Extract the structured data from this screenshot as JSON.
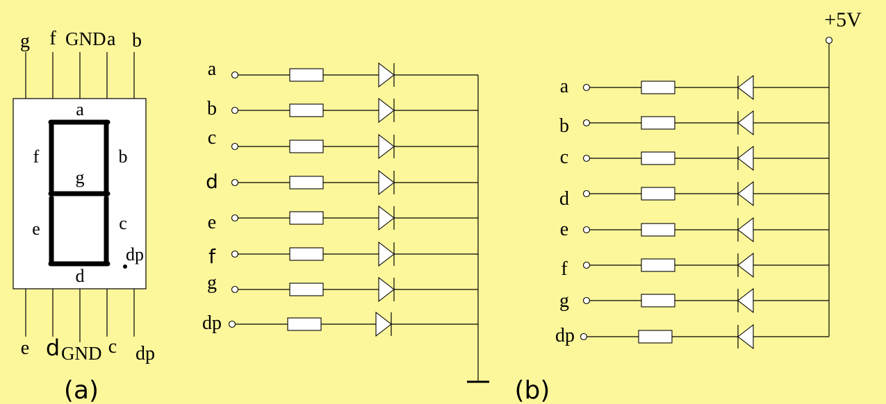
{
  "panel_a": {
    "top_pins": [
      "g",
      "f",
      "GND",
      "a",
      "b"
    ],
    "bottom_pins": [
      "e",
      "d",
      "GND",
      "c",
      "dp"
    ],
    "segments": [
      "a",
      "b",
      "c",
      "d",
      "e",
      "f",
      "g",
      "dp"
    ],
    "caption": "(a)"
  },
  "panel_b": {
    "caption": "(b)",
    "common_cathode_rows": [
      "a",
      "b",
      "c",
      "d",
      "e",
      "f",
      "g",
      "dp"
    ],
    "common_anode_rows": [
      "a",
      "b",
      "c",
      "d",
      "e",
      "f",
      "g",
      "dp"
    ],
    "supply_label": "+5V"
  },
  "colors": {
    "background": "#fdf79b",
    "line": "#000000",
    "component_fill": "#ffffff"
  }
}
